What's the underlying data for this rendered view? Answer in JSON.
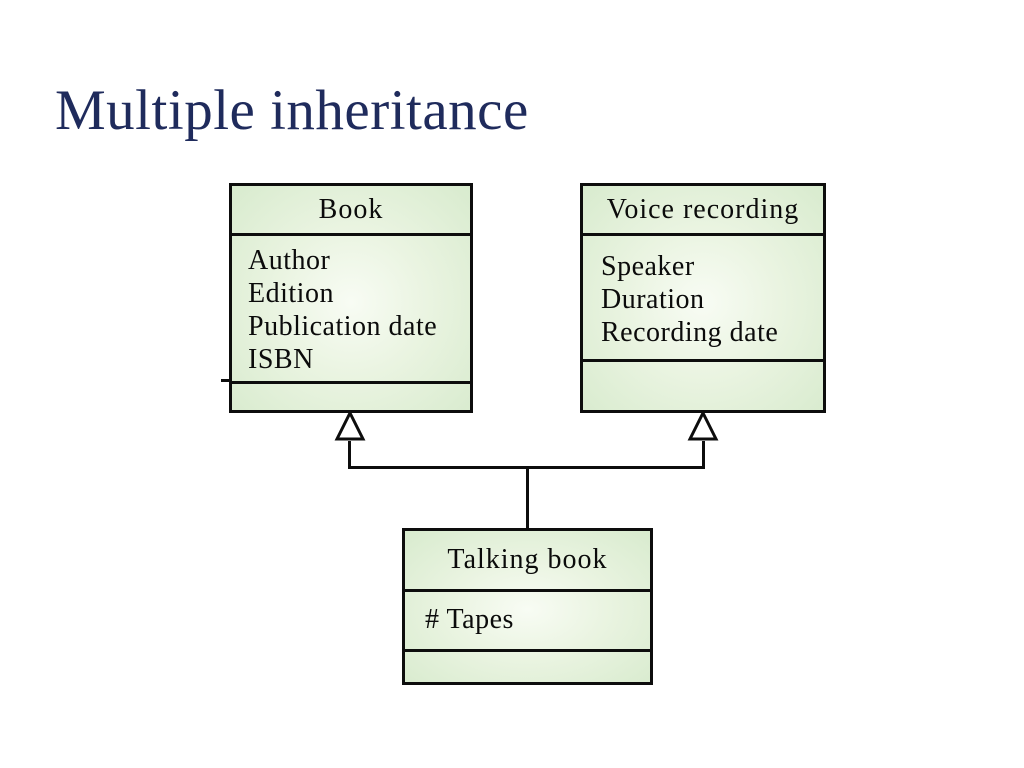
{
  "slide": {
    "title": "Multiple inheritance"
  },
  "colors": {
    "title_text": "#1f2b5c",
    "box_border": "#0d0d0d",
    "box_fill_edge": "#d8ebce",
    "box_fill_center": "#f8fcf4",
    "connector_line": "#0d0d0d",
    "background": "#ffffff"
  },
  "diagram": {
    "type": "uml-class-diagram",
    "classes": [
      {
        "name": "Book",
        "attributes": [
          "Author",
          "Edition",
          "Publication date",
          "ISBN"
        ]
      },
      {
        "name": "Voice recording",
        "attributes": [
          "Speaker",
          "Duration",
          "Recording date"
        ]
      },
      {
        "name": "Talking book",
        "attributes": [
          "# Tapes"
        ]
      }
    ],
    "relations": [
      {
        "type": "generalization",
        "from": "Talking book",
        "to": "Book"
      },
      {
        "type": "generalization",
        "from": "Talking book",
        "to": "Voice recording"
      }
    ]
  }
}
